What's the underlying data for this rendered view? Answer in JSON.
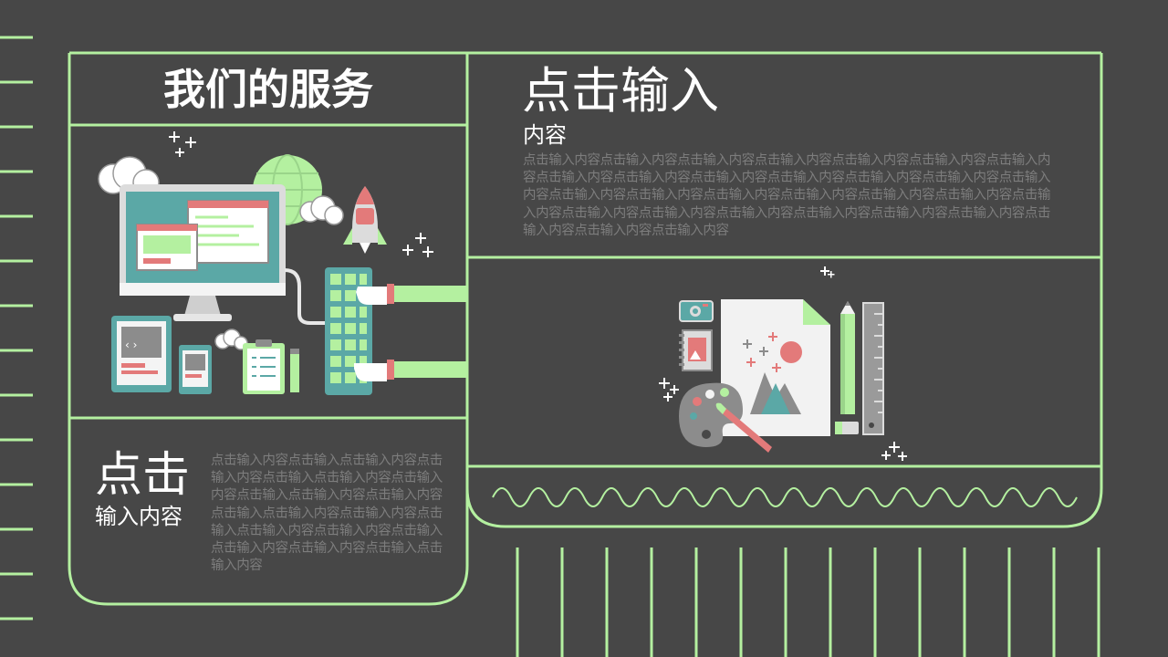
{
  "header": {
    "title": "我们的服务"
  },
  "section_right": {
    "title": "点击输入",
    "subtitle": "内容",
    "body": "点击输入内容点击输入内容点击输入内容点击输入内容点击输入内容点击输入内容点击输入内容点击输入内容点击输入内容点击输入内容点击输入内容点击输入内容点击输入内容点击输入内容点击输入内容点击输入内容点击输入内容点击输入内容点击输入内容点击输入内容点击输入内容点击输入内容点击输入内容点击输入内容点击输入内容点击输入内容点击输入内容点击输入内容点击输入内容点击输入内容"
  },
  "block_left": {
    "title": "点击",
    "subtitle": "输入内容",
    "body": "点击输入内容点击输入点击输入内容点击输入内容点击输入点击输入内容点击输入内容点击输入点击输入内容点击输入内容点击输入点击输入内容点击输入内容点击输入点击输入内容点击输入内容点击输入点击输入内容点击输入内容点击输入点击输入内容"
  },
  "colors": {
    "background": "#474747",
    "accent": "#b4f0a0",
    "muted_text": "#7d7d7d",
    "title_text": "#ffffff"
  },
  "icons": [
    "web-development-illustration",
    "graphic-design-illustration",
    "wave-line-decoration"
  ]
}
